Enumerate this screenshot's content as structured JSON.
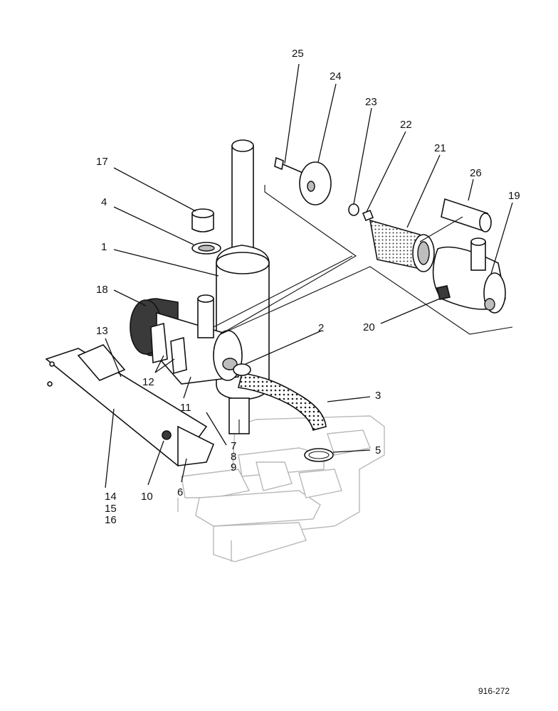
{
  "diagram": {
    "drawing_number": "916-272",
    "callouts": {
      "c1": "1",
      "c2": "2",
      "c3": "3",
      "c4": "4",
      "c5": "5",
      "c6": "6",
      "c7": "7",
      "c8": "8",
      "c9": "9",
      "c10": "10",
      "c11": "11",
      "c12": "12",
      "c13": "13",
      "c14": "14",
      "c15": "15",
      "c16": "16",
      "c17": "17",
      "c18": "18",
      "c19": "19",
      "c20": "20",
      "c21": "21",
      "c22": "22",
      "c23": "23",
      "c24": "24",
      "c25": "25",
      "c26": "26"
    }
  }
}
